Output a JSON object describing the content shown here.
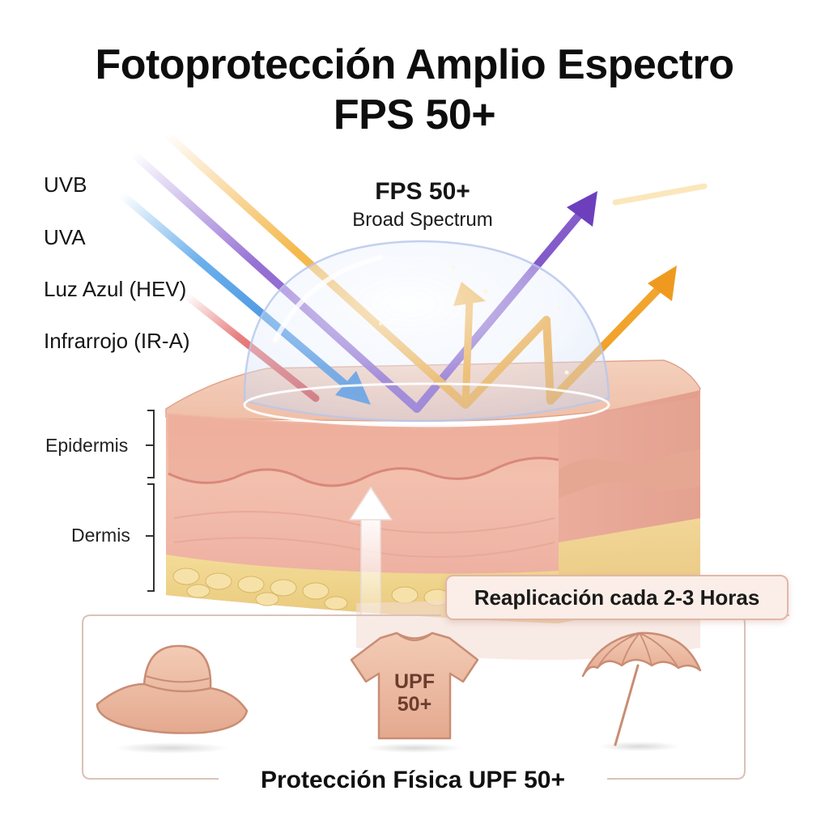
{
  "title": {
    "line1": "Fotoprotección Amplio Espectro",
    "line2": "FPS 50+"
  },
  "radiation": {
    "uvb": "UVB",
    "uva": "UVA",
    "blue_light": "Luz Azul (HEV)",
    "infrared": "Infrarrojo (IR-A)"
  },
  "shield": {
    "title": "FPS 50+",
    "subtitle": "Broad Spectrum"
  },
  "skin_layers": {
    "epidermis": "Epidermis",
    "dermis": "Dermis"
  },
  "reapply_badge": "Reaplicación cada 2-3 Horas",
  "physical_protection": {
    "label": "Protección Física UPF 50+",
    "shirt_line1": "UPF",
    "shirt_line2": "50+",
    "items": [
      "hat-icon",
      "tshirt-icon",
      "umbrella-icon"
    ]
  },
  "colors": {
    "uvb": "#f2a528",
    "uva": "#7c4fc4",
    "blue_light": "#3f8fe0",
    "infrared": "#d94a4a",
    "skin": "#f2bfae",
    "fat": "#efd58a",
    "badge_bg": "#fbeee8"
  }
}
